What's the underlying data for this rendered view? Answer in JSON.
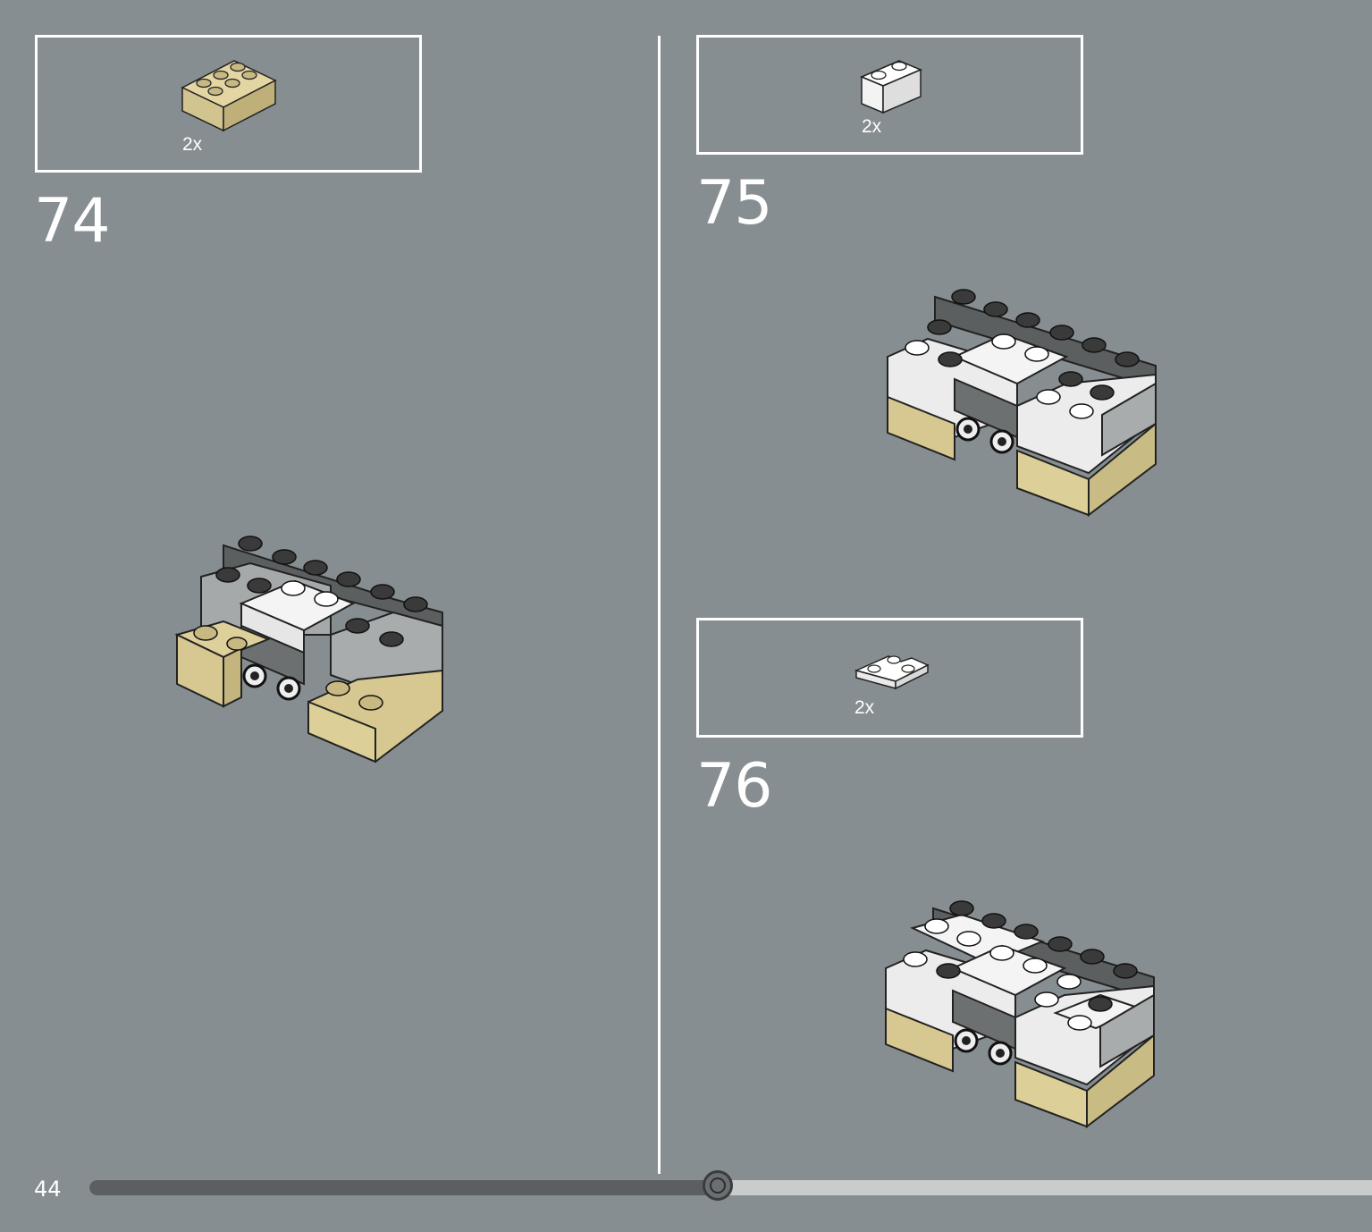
{
  "steps": [
    {
      "number": "74",
      "quantity": "2x",
      "part": "tan-2x3-brick"
    },
    {
      "number": "75",
      "quantity": "2x",
      "part": "white-1x2-brick"
    },
    {
      "number": "76",
      "quantity": "2x",
      "part": "white-corner-plate"
    }
  ],
  "footer": {
    "page_number": "44",
    "progress_percent": 49
  },
  "colors": {
    "background": "#878e91",
    "tan": "#d8c992",
    "white": "#f2f2f2",
    "light_gray": "#a9acad",
    "dark_gray": "#6c6f70",
    "black_studs": "#3a3a3a"
  }
}
